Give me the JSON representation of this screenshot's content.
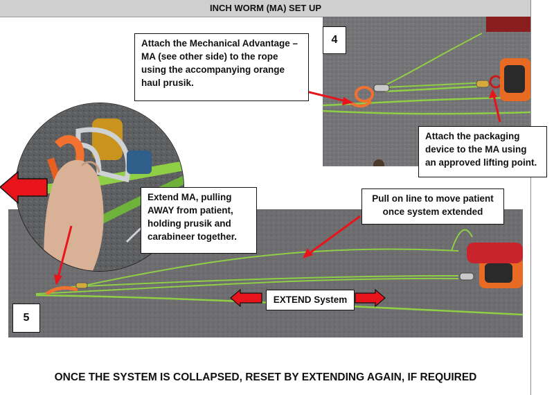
{
  "header": {
    "title": "INCH WORM (MA) SET UP"
  },
  "steps": [
    {
      "number": "4"
    },
    {
      "number": "5"
    }
  ],
  "callouts": {
    "attach_ma": "Attach the Mechanical Advantage – MA (see other side) to the rope using the accompanying orange haul prusik.",
    "attach_packaging": "Attach the packaging device to the MA using an approved lifting point.",
    "extend_ma": "Extend MA, pulling AWAY from patient, holding prusik and carabineer together.",
    "pull_line": "Pull on line to move patient once system extended",
    "extend_system": "EXTEND System"
  },
  "footer": {
    "text": "ONCE THE SYSTEM IS COLLAPSED, RESET BY EXTENDING AGAIN, IF REQUIRED"
  },
  "colors": {
    "arrow_red": "#e8141b",
    "rope_green": "#8fcf45",
    "asphalt": "#6e6e70"
  }
}
